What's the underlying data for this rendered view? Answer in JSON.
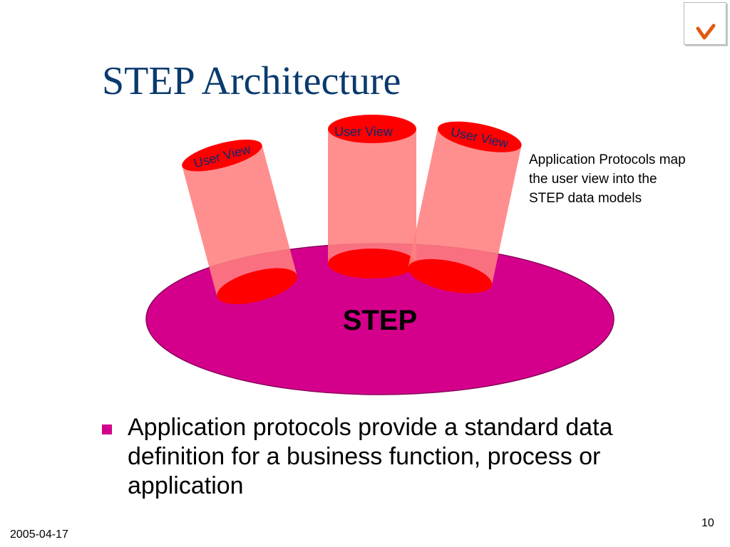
{
  "slide": {
    "title": "STEP Architecture",
    "logo_icon": "sc-checkmark-logo-icon",
    "core_label": "STEP",
    "user_view_labels": [
      "User View",
      "User View",
      "User View"
    ],
    "callout": "Application Protocols map the user view into the STEP data models",
    "bullet": "Application protocols provide a standard data definition for a business function, process or application",
    "footer_date": "2005-04-17",
    "page_number": "10"
  },
  "colors": {
    "title": "#0a3a6e",
    "core_fill": "#d4008c",
    "cylinder_body": "#ff8080",
    "cylinder_cap": "#ff0000",
    "user_view_text": "#0a2a6e",
    "bullet_marker": "#d4008c"
  }
}
